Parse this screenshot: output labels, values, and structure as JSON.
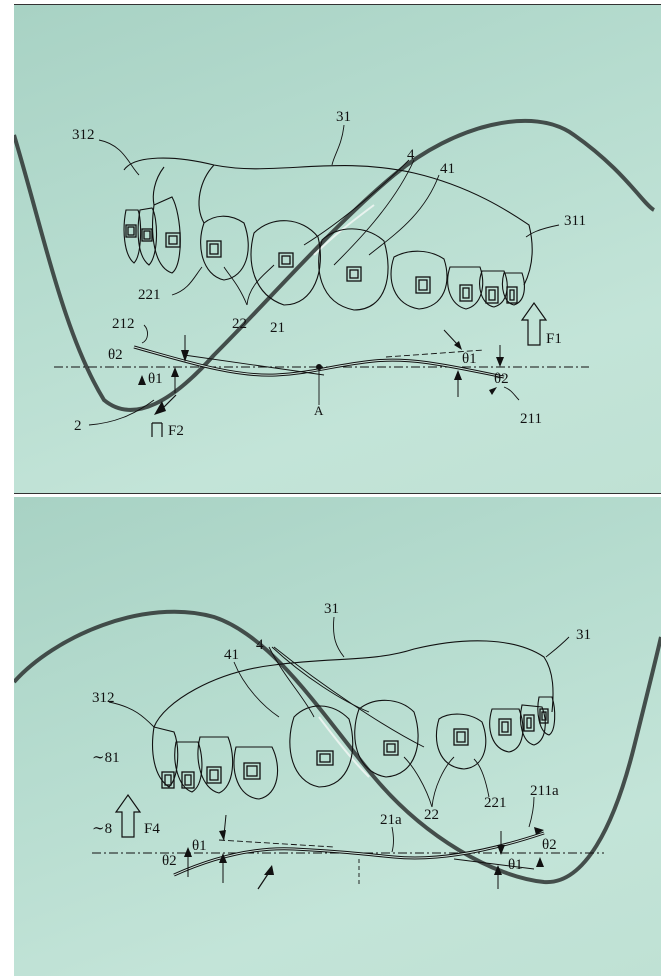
{
  "top_panel": {
    "labels": {
      "l31": "31",
      "l312": "312",
      "l4": "4",
      "l41": "41",
      "l311": "311",
      "l221": "221",
      "l22": "22",
      "l21": "21",
      "l212": "212",
      "theta2_left": "θ2",
      "theta1_left": "θ1",
      "theta1_right": "θ1",
      "theta2_right": "θ2",
      "lA": "A",
      "l2": "2",
      "lF2": "F2",
      "l211": "211",
      "lF1": "F1"
    }
  },
  "bottom_panel": {
    "labels": {
      "l31": "31",
      "l31_cut": "31",
      "l4": "4",
      "l41": "41",
      "l312": "312",
      "l81": "81",
      "l8": "8",
      "lF4": "F4",
      "l21a": "21a",
      "l22": "22",
      "l221": "221",
      "l211a": "211a",
      "theta1_left": "θ1",
      "theta2_left": "θ2",
      "theta1_right": "θ1",
      "theta2_right": "θ2"
    }
  },
  "colors": {
    "wire": "#3a3f3e",
    "wire_highlight": "#e9f2ef",
    "ink": "#111111",
    "background": "#b6dccf"
  }
}
